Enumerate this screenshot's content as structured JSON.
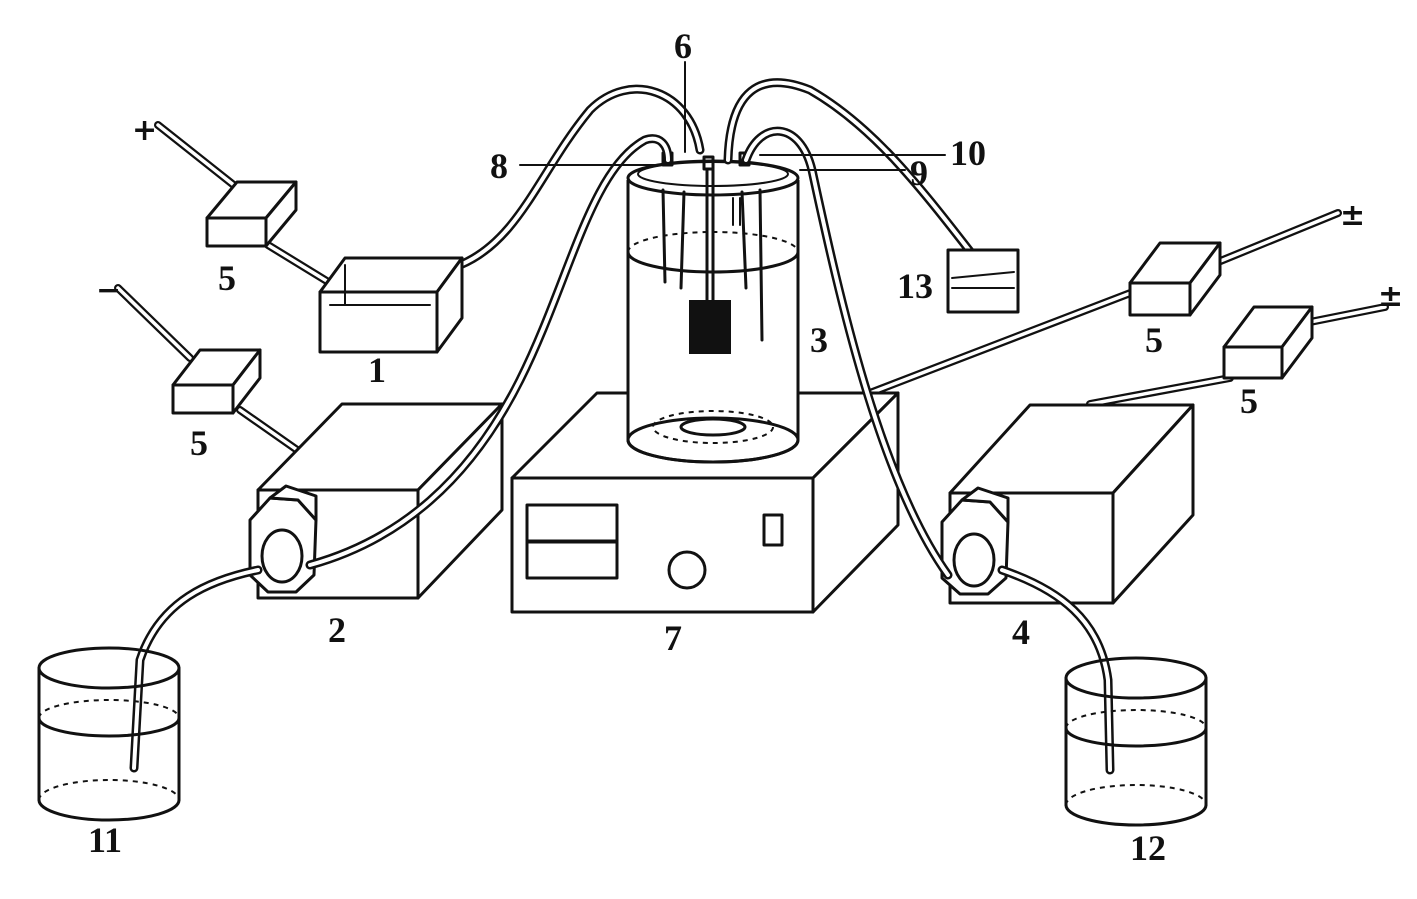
{
  "diagram": {
    "labels": {
      "l1": "1",
      "l2": "2",
      "l3": "3",
      "l4": "4",
      "l5a": "5",
      "l5b": "5",
      "l5c": "5",
      "l5d": "5",
      "l6": "6",
      "l7": "7",
      "l8": "8",
      "l9": "9",
      "l10": "10",
      "l11": "11",
      "l12": "12",
      "l13": "13"
    },
    "polarity": {
      "plus": "+",
      "minus": "−",
      "pm1": "±",
      "pm2": "±"
    }
  }
}
